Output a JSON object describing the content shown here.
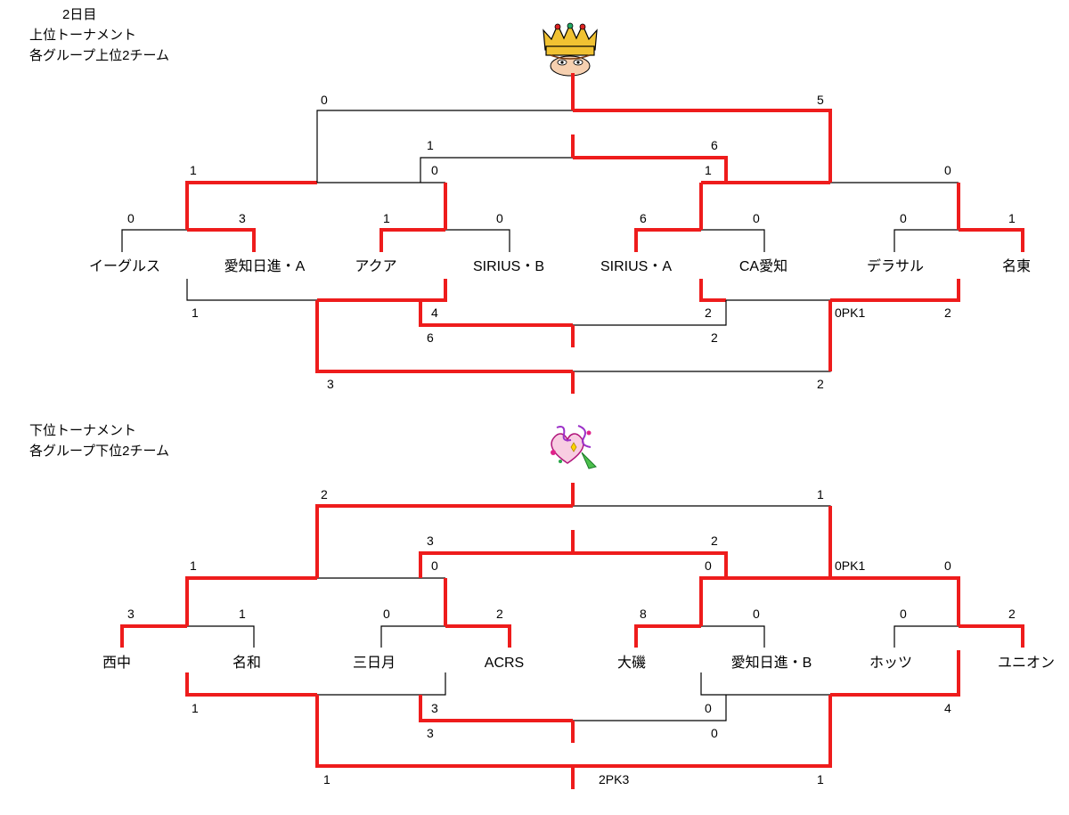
{
  "header": {
    "day_label": "2日目",
    "upper_title": "上位トーナメント",
    "upper_sub": "各グループ上位2チーム",
    "lower_title": "下位トーナメント",
    "lower_sub": "各グループ下位2チーム"
  },
  "icons": {
    "upper": "crown-icon",
    "lower": "celebration-confetti-icon"
  },
  "colors": {
    "winner_line": "#ee1c1c",
    "normal_line": "#000000"
  },
  "upper": {
    "teams": [
      "イーグルス",
      "愛知日進・A",
      "アクア",
      "SIRIUS・B",
      "SIRIUS・A",
      "CA愛知",
      "デラサル",
      "名東"
    ],
    "scores": {
      "r1": [
        "0",
        "3",
        "1",
        "0",
        "6",
        "0",
        "0",
        "1"
      ],
      "qf": [
        "1",
        "0",
        "1",
        "0"
      ],
      "sf": [
        "1",
        "6"
      ],
      "final": [
        "0",
        "5"
      ],
      "cons_r1": [
        "1",
        "4",
        "2",
        "2"
      ],
      "cons_r1_pk": "0PK1",
      "cons_sf": [
        "6",
        "2"
      ],
      "cons_final": [
        "3",
        "2"
      ]
    }
  },
  "lower": {
    "teams": [
      "西中",
      "名和",
      "三日月",
      "ACRS",
      "大磯",
      "愛知日進・B",
      "ホッツ",
      "ユニオン"
    ],
    "scores": {
      "r1": [
        "3",
        "1",
        "0",
        "2",
        "8",
        "0",
        "0",
        "2"
      ],
      "qf": [
        "1",
        "0",
        "0",
        "0"
      ],
      "qf_pk": "0PK1",
      "sf": [
        "3",
        "2"
      ],
      "final": [
        "2",
        "1"
      ],
      "cons_r1": [
        "1",
        "3",
        "0",
        "4"
      ],
      "cons_sf": [
        "3",
        "0"
      ],
      "cons_final": [
        "1",
        "1"
      ],
      "cons_final_pk": "2PK3"
    }
  }
}
